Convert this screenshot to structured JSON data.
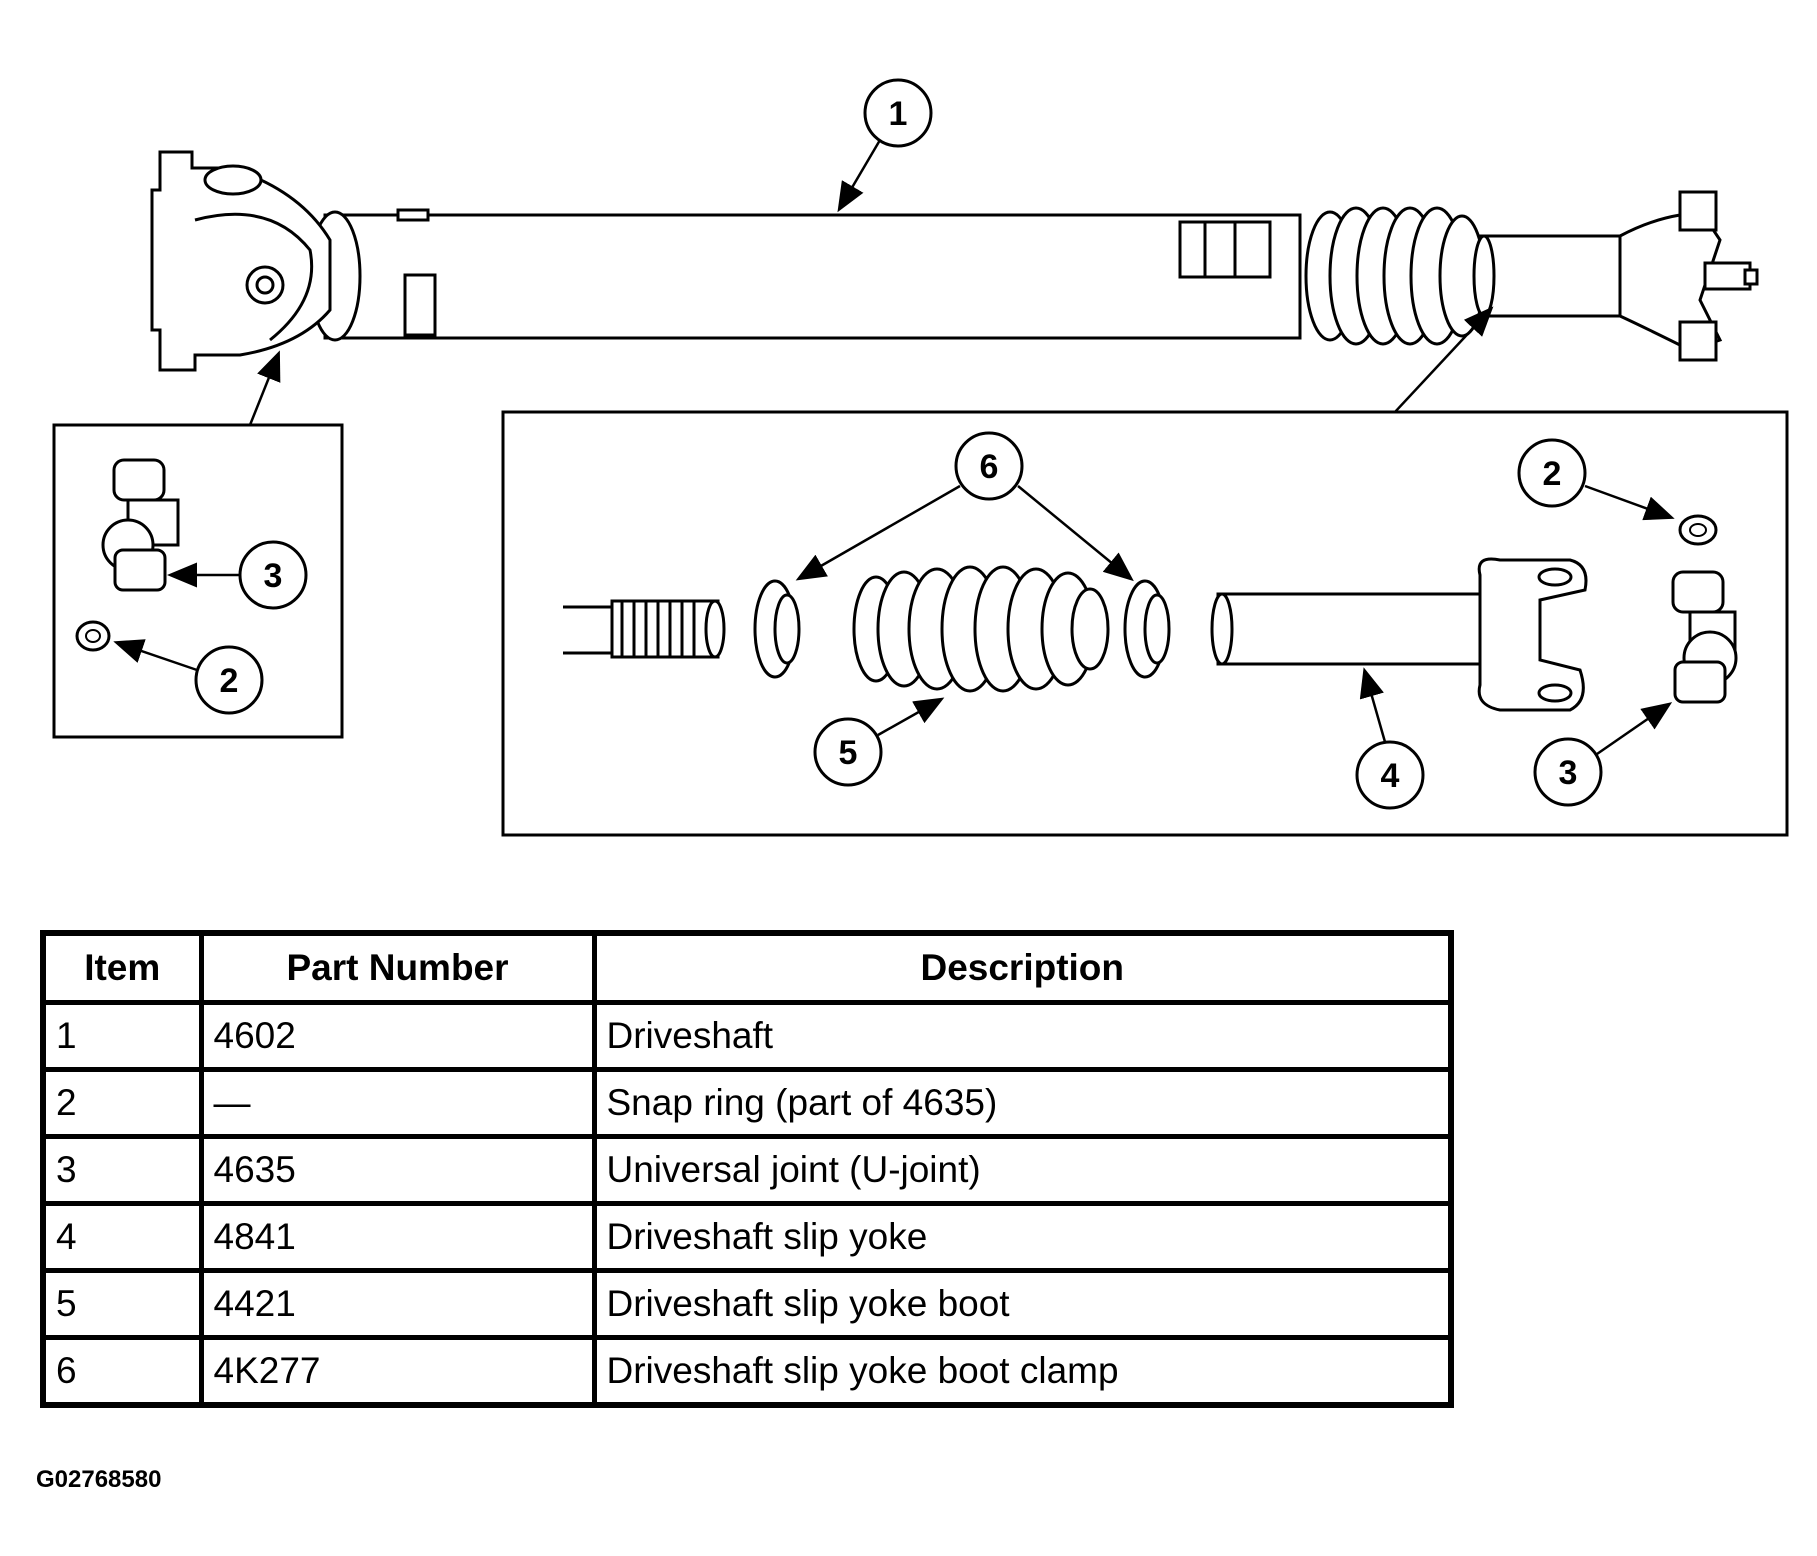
{
  "callouts": {
    "main_1": "1",
    "left_3": "3",
    "left_2": "2",
    "right_6": "6",
    "right_2": "2",
    "right_5": "5",
    "right_4": "4",
    "right_3": "3"
  },
  "table": {
    "headers": [
      "Item",
      "Part Number",
      "Description"
    ],
    "rows": [
      [
        "1",
        "4602",
        "Driveshaft"
      ],
      [
        "2",
        "—",
        "Snap ring (part of 4635)"
      ],
      [
        "3",
        "4635",
        "Universal joint (U-joint)"
      ],
      [
        "4",
        "4841",
        "Driveshaft slip yoke"
      ],
      [
        "5",
        "4421",
        "Driveshaft slip yoke boot"
      ],
      [
        "6",
        "4K277",
        "Driveshaft slip yoke boot clamp"
      ]
    ]
  },
  "figure_id": "G02768580"
}
